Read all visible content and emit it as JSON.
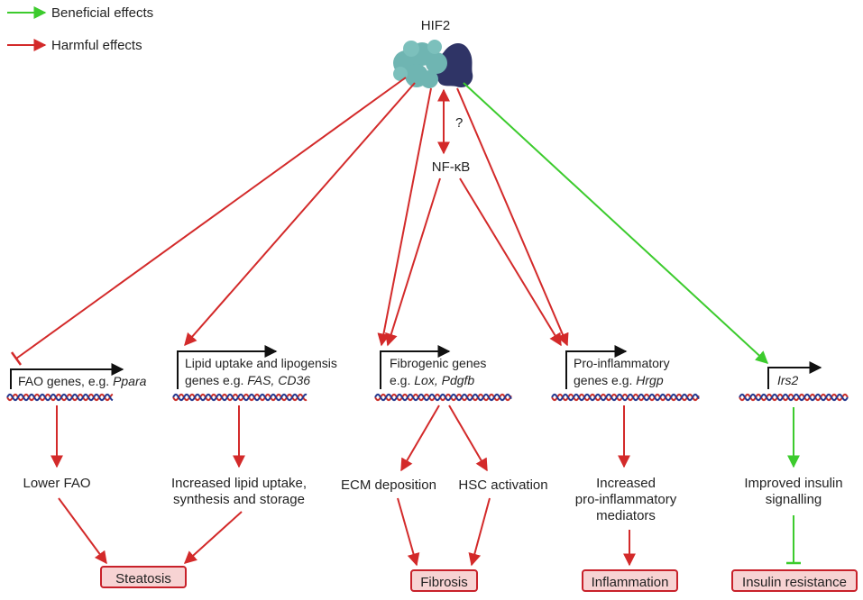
{
  "legend": {
    "beneficial": "Beneficial effects",
    "harmful": "Harmful effects"
  },
  "colors": {
    "beneficial": "#3ccb2d",
    "harmful": "#d32a2a",
    "dna_red": "#c9302c",
    "dna_blue": "#26398f",
    "hif_teal": "#6fb5b2",
    "hif_dark": "#2f3466",
    "outcome_fill": "#f7d3d3"
  },
  "hif": {
    "label": "HIF2",
    "question": "?"
  },
  "nfkb": {
    "label": "NF-κB"
  },
  "genes": {
    "fao": {
      "prefix": "FAO genes, e.g. ",
      "italic": "Ppara"
    },
    "lipid": {
      "line1": "Lipid uptake and lipogensis",
      "prefix": "genes e.g. ",
      "italic": "FAS, CD36"
    },
    "fibro": {
      "line1": "Fibrogenic genes",
      "prefix": "e.g. ",
      "italic": "Lox, Pdgfb"
    },
    "inflam": {
      "line1": "Pro-inflammatory",
      "prefix": "genes e.g. ",
      "italic": "Hrgp"
    },
    "irs": {
      "italic": "Irs2"
    }
  },
  "effects": {
    "lower_fao": "Lower FAO",
    "lipid_1": "Increased lipid uptake,",
    "lipid_2": "synthesis and storage",
    "ecm": "ECM deposition",
    "hsc": "HSC activation",
    "inflam_1": "Increased",
    "inflam_2": "pro-inflammatory",
    "inflam_3": "mediators",
    "insulin_1": "Improved insulin",
    "insulin_2": "signalling"
  },
  "outcomes": {
    "steatosis": "Steatosis",
    "fibrosis": "Fibrosis",
    "inflammation": "Inflammation",
    "insulin_resistance": "Insulin resistance"
  }
}
